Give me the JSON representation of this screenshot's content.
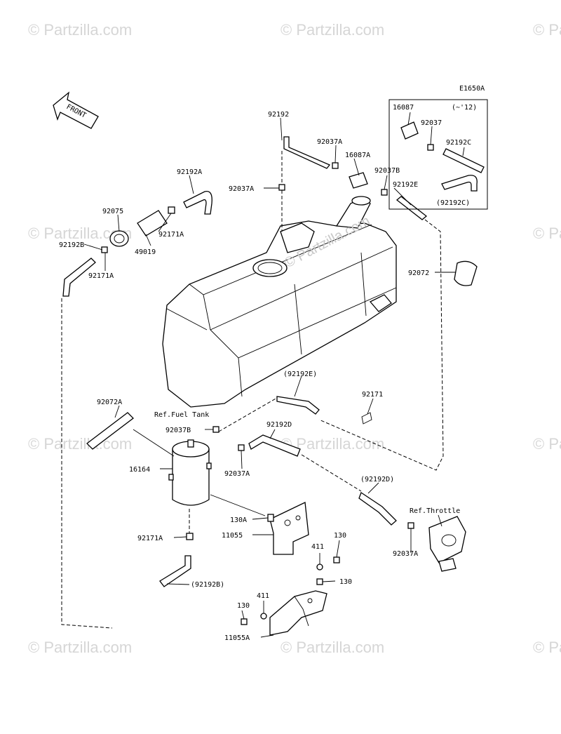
{
  "diagram_code": "E1650A",
  "front_label": "FRONT",
  "watermark_text": "© Partzilla.com",
  "center_watermark": "© Partzilla.com",
  "part_labels": {
    "p92192_top": "92192",
    "p92037A_top": "92037A",
    "p16087A": "16087A",
    "p92037B_top": "92037B",
    "p92192E": "92192E",
    "p92037A_left": "92037A",
    "p92192A": "92192A",
    "p92075": "92075",
    "p92171A_mid": "92171A",
    "p49019": "49019",
    "p92192B": "92192B",
    "p92171A_left": "92171A",
    "p92072": "92072",
    "p92192E_paren": "(92192E)",
    "p92171": "92171",
    "p92072A": "92072A",
    "ref_fuel_tank": "Ref.Fuel Tank",
    "p92037B_low": "92037B",
    "p92192D": "92192D",
    "p16164": "16164",
    "p92037A_low": "92037A",
    "p92192D_paren": "(92192D)",
    "ref_throttle": "Ref.Throttle",
    "p130A": "130A",
    "p11055": "11055",
    "p92171A_low": "92171A",
    "p92037A_right": "92037A",
    "p411_a": "411",
    "p130_a": "130",
    "p130_b": "130",
    "p411_b": "411",
    "p130_c": "130",
    "p11055A": "11055A",
    "p92192B_paren": "(92192B)",
    "inset_16087": "16087",
    "inset_year": "(~'12)",
    "inset_92037": "92037",
    "inset_92192C": "92192C",
    "inset_92192C_paren": "(92192C)"
  }
}
